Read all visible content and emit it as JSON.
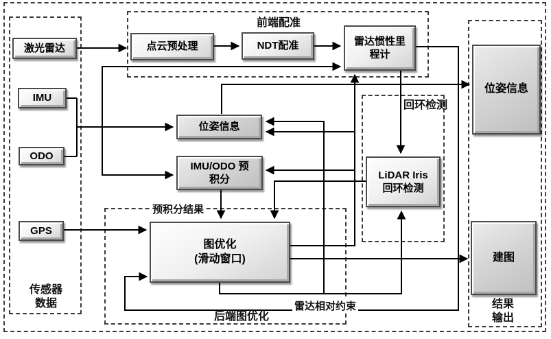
{
  "figure": {
    "containers": {
      "sensor": {
        "label": "传感器\n数据"
      },
      "front_end": {
        "label": "前端配准"
      },
      "loop": {
        "label": "回环检测"
      },
      "backend": {
        "label": "后端图优化"
      },
      "output": {
        "label": "结果\n输出"
      }
    },
    "nodes": {
      "lidar": {
        "label": "激光雷达"
      },
      "imu": {
        "label": "IMU"
      },
      "odo": {
        "label": "ODO"
      },
      "gps": {
        "label": "GPS"
      },
      "preprocess": {
        "label": "点云预处理"
      },
      "ndt": {
        "label": "NDT配准"
      },
      "lio": {
        "label": "雷达惯性里\n程计"
      },
      "pose_mid": {
        "label": "位姿信息"
      },
      "preint": {
        "label": "IMU/ODO 预\n积分"
      },
      "iris": {
        "label": "LiDAR Iris\n回环检测"
      },
      "graphopt": {
        "label": "图优化\n(滑动窗口)"
      },
      "pose_out": {
        "label": "位姿信息"
      },
      "mapping": {
        "label": "建图"
      }
    },
    "edge_labels": {
      "preint_result": "预积分结果",
      "radar_constraint": "雷达相对约束"
    },
    "colors": {
      "line": "#000000",
      "dashed_border": "#3a3a3a",
      "box_border": "#4a4a4a",
      "box_fill_light": "#f0f0f0",
      "box_fill_shaded": "#cccccc",
      "background": "#ffffff"
    }
  }
}
